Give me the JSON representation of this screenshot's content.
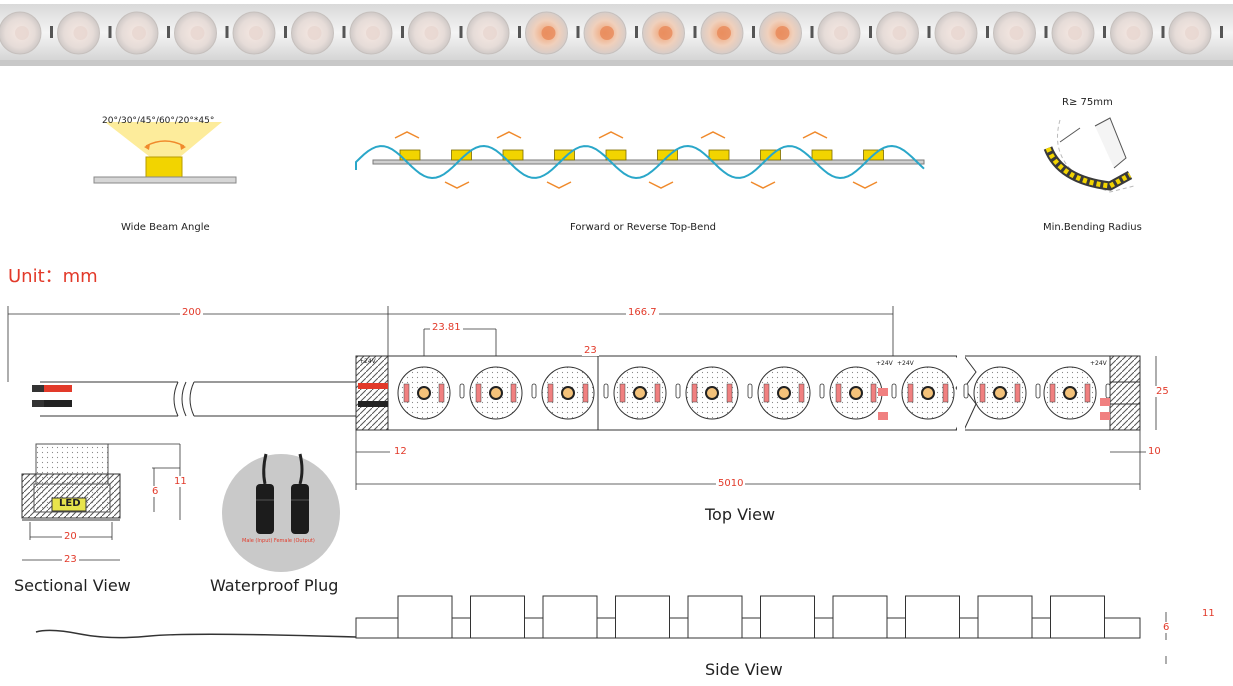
{
  "top_features": {
    "beam_angles": "20°/30°/45°/60°/20°*45°",
    "beam_caption": "Wide Beam Angle",
    "bend_caption": "Forward or Reverse Top-Bend",
    "radius_label": "R≥ 75mm",
    "radius_caption": "Min.Bending Radius"
  },
  "unit_label": "Unit：mm",
  "dimensions": {
    "cable_length": "200",
    "pitch_long": "166.7",
    "led_pitch": "23.81",
    "segment": "23",
    "end_left": "12",
    "width": "25",
    "end_right": "10",
    "total_length": "5010",
    "section_height": "11",
    "section_inner": "6",
    "section_inner_width": "20",
    "section_outer_width": "23",
    "side_height": "11",
    "side_inner": "6"
  },
  "polarity": {
    "plus24": "+24V",
    "plus24b": "+24V",
    "plus24c": "+24V",
    "plus24d": "+24V"
  },
  "section_led_label": "LED",
  "plug_labels": "Male (Input)   Female (Output)",
  "views": {
    "top": "Top View",
    "sectional": "Sectional View",
    "plug": "Waterproof Plug",
    "side": "Side View"
  },
  "colors": {
    "accent_red": "#e23a2a",
    "beam_yellow": "#f6d800",
    "wave_cyan": "#2aa7c9",
    "arrow_orange": "#f08a2c"
  }
}
